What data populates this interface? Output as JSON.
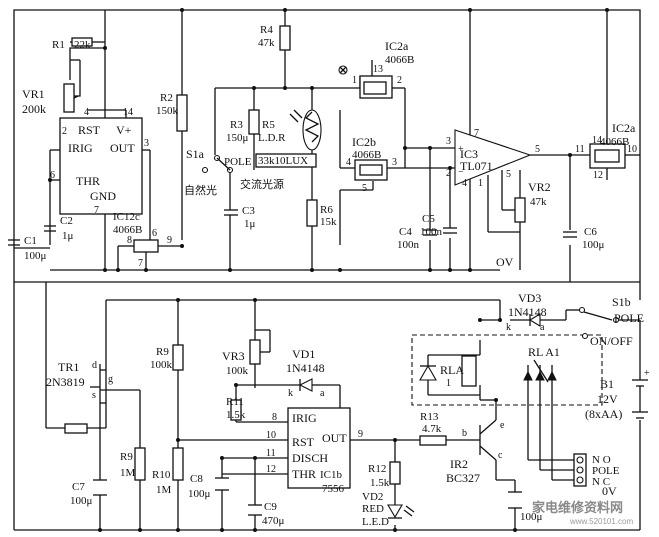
{
  "parts": {
    "r1": "R1",
    "r1_val": "22k",
    "vr1": "VR1",
    "vr1_val": "200k",
    "r2": "R2",
    "r2_val": "150k",
    "r3": "R3",
    "r3_val": "150μ",
    "r4": "R4",
    "r4_val": "47k",
    "r5": "R5",
    "r5_type": "L.D.R",
    "ldr_spec": "33k10LUX",
    "r6": "R6",
    "r6_val": "15k",
    "c1": "C1",
    "c1_val": "100μ",
    "c2": "C2",
    "c2_val": "1μ",
    "c3": "C3",
    "c3_val": "1μ",
    "c4": "C4",
    "c4_val": "100n",
    "c5": "C5",
    "c5_val": "100n",
    "c6": "C6",
    "c6_val": "100μ",
    "ic2a_top": "IC2a",
    "ic2a_top_type": "4066B",
    "ic2b": "IC2b",
    "ic2b_type": "4066B",
    "ic2a_right": "IC2a",
    "ic2a_right_type": "4066B",
    "ic12c": "IC12c",
    "ic12c_type": "4066B",
    "ic3": "IC3",
    "ic3_type": "TL071",
    "vr2": "VR2",
    "vr2_val": "47k",
    "s1a": "S1a",
    "sw_pole": "POLE",
    "sw_natural": "自然光",
    "sw_ac": "交流光源",
    "ov": "OV",
    "tr1": "TR1",
    "tr1_type": "2N3819",
    "r9": "R9",
    "r9_val": "100k",
    "r9b_val": "1M",
    "r10": "R10",
    "r10_val": "1M",
    "r11": "R11",
    "r11_val": "1.5k",
    "r12": "R12",
    "r12_val": "1.5k",
    "r13": "R13",
    "r13_val": "4.7k",
    "vr3": "VR3",
    "vr3_val": "100k",
    "vd1": "VD1",
    "vd1_type": "1N4148",
    "vd2": "VD2",
    "vd2_color": "RED",
    "vd2_type": "L.E.D",
    "vd3": "VD3",
    "vd3_type": "1N4148",
    "c7": "C7",
    "c7_val": "100μ",
    "c8": "C8",
    "c8_val": "100μ",
    "c9": "C9",
    "c9_val": "470μ",
    "c10_val": "100μ",
    "ic1b": "IC1b",
    "ic1b_type": "7556",
    "ir2": "IR2",
    "ir2_type": "BC327",
    "rla": "RLA",
    "rla_coil": "1",
    "rla1": "RL A1",
    "s1b": "S1b",
    "s1b_pole": "POLE",
    "s1b_state": "ON/OFF",
    "b1": "B1",
    "b1_val": "12V",
    "b1_cells": "(8xAA)",
    "zero_v": "0V",
    "no": "N O",
    "pole_term": "POLE",
    "nc": "N C"
  },
  "timer_top": {
    "pin_rst": "RST",
    "pin_vplus": "V+",
    "pin_trig": "IRIG",
    "pin_out": "OUT",
    "pin_thr": "THR",
    "pin_gnd": "GND",
    "n2": "2",
    "n3": "3",
    "n4": "4",
    "n6": "6",
    "n7": "7",
    "n14": "14"
  },
  "timer_bottom": {
    "pin_trig": "IRIG",
    "pin_rst": "RST",
    "pin_disch": "DISCH",
    "pin_thr": "THR",
    "pin_out": "OUT",
    "n8": "8",
    "n9": "9",
    "n10": "10",
    "n11": "11",
    "n12": "12"
  },
  "pins": {
    "ic2a_1": "1",
    "ic2a_13": "13",
    "ic2a_2": "2",
    "ic2b_4": "4",
    "ic2b_3": "3",
    "ic2b_5": "5",
    "ic3_2": "2",
    "ic3_3": "3",
    "ic3_7": "7",
    "ic3_4": "4",
    "ic3_1": "1",
    "ic3_5": "5",
    "ic3_6": "5",
    "ic2ar_11": "11",
    "ic2ar_14": "14",
    "ic2ar_10": "10",
    "ic2ar_12": "12",
    "ic12c_8": "8",
    "ic12c_9": "9",
    "ic12c_6": "6",
    "ic12c_7": "7",
    "tr1_d": "d",
    "tr1_g": "g",
    "tr1_s": "s",
    "vd1_k": "k",
    "vd1_a": "a",
    "vd3_k": "k",
    "vd3_a": "a",
    "ir2_b": "b",
    "ir2_c": "c",
    "ir2_e": "e"
  },
  "watermark": {
    "main": "家电维修资料网",
    "url": "www.520101.com"
  }
}
